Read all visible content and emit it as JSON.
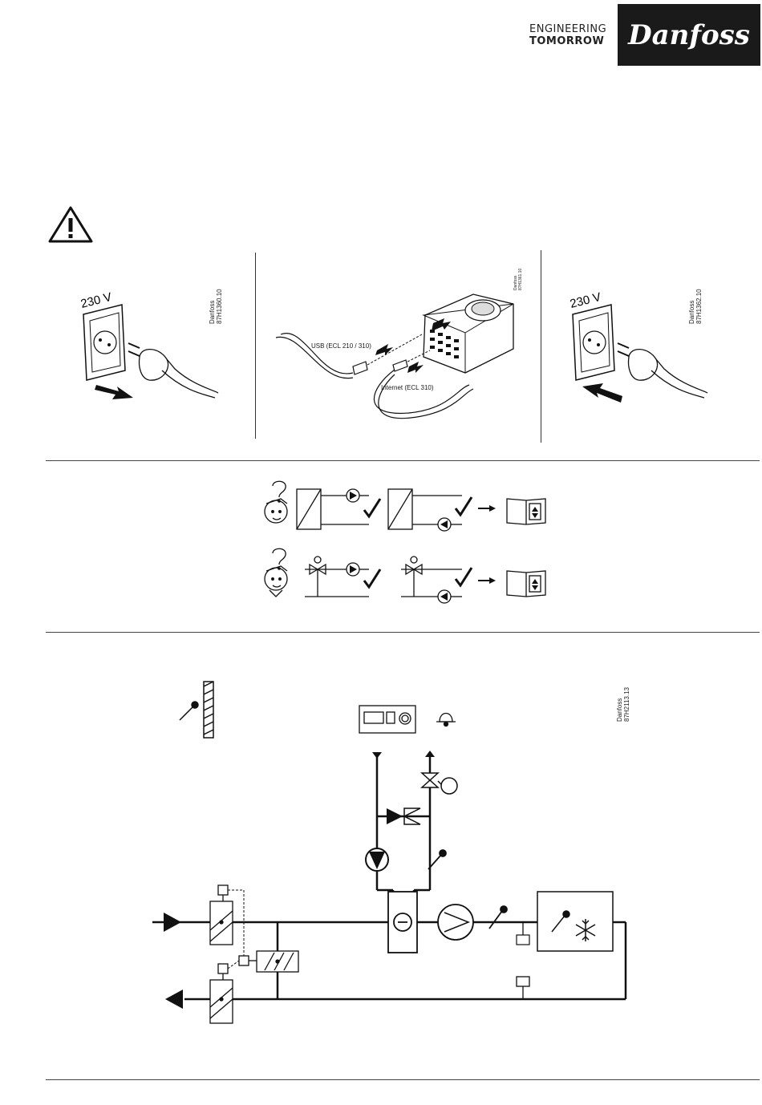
{
  "header": {
    "tagline_line1": "ENGINEERING",
    "tagline_line2": "TOMORROW",
    "logo_text": "Danfoss"
  },
  "warning": {
    "icon": "warning-triangle-icon"
  },
  "step1": {
    "voltage_label": "230 V",
    "code_line1": "Danfoss",
    "code_line2": "87H1360.10"
  },
  "step2": {
    "usb_label": "USB (ECL 210 / 310)",
    "internet_label": "Internet (ECL 310)",
    "code_line1": "Danfoss",
    "code_line2": "87H1361.10"
  },
  "step3": {
    "voltage_label": "230 V",
    "code_line1": "Danfoss",
    "code_line2": "87H1362.10"
  },
  "schematic": {
    "code_line1": "Danfoss",
    "code_line2": "87H2113.13"
  },
  "colors": {
    "ink": "#1a1a1a",
    "logo_bg": "#1a1a1a",
    "rule": "#444444"
  }
}
